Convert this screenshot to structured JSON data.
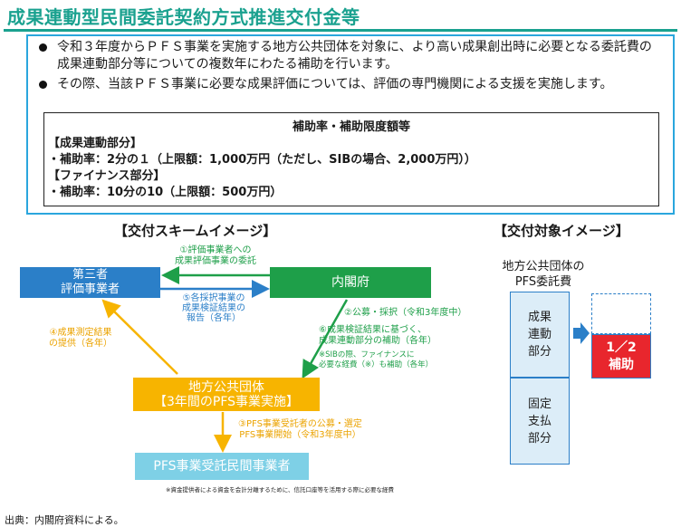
{
  "title": "成果連動型民間委託契約方式推進交付金等",
  "bullets": [
    "令和３年度からＰＦＳ事業を実施する地方公共団体を対象に、より高い成果創出時に必要となる委託費の成果連動部分等についての複数年にわたる補助を行います。",
    "その際、当該ＰＦＳ事業に必要な成果評価については、評価の専門機関による支援を実施します。"
  ],
  "subsidy": {
    "title": "補助率・補助限度額等",
    "lines": [
      "【成果連動部分】",
      "・補助率：2分の１（上限額：1,000万円（ただし、SIBの場合、2,000万円））",
      "【ファイナンス部分】",
      "・補助率：10分の10（上限額：500万円）"
    ]
  },
  "scheme": {
    "heading": "【交付スキームイメージ】",
    "nodes": {
      "third_party": [
        "第三者",
        "評価事業者"
      ],
      "cabinet": "内閣府",
      "local_gov": [
        "地方公共団体",
        "【3年間のPFS事業実施】"
      ],
      "pfs_operator": "PFS事業受託民間事業者"
    },
    "labels": {
      "step1": [
        "①評価事業者への",
        "成果評価事業の委託"
      ],
      "step5": [
        "⑤各採択事業の",
        "成果検証結果の",
        "報告（各年）"
      ],
      "step2": "②公募・採択（令和3年度中）",
      "step6": [
        "⑥成果検証結果に基づく、",
        "成果連動部分の補助（各年）"
      ],
      "step6_note": [
        "※SIBの際、ファイナンスに",
        "必要な経費（※）も補助（各年）"
      ],
      "step4": [
        "④成果測定結果",
        "の提供（各年）"
      ],
      "step3": [
        "③PFS事業受託者の公募・選定",
        "PFS事業開始（令和3年度中）"
      ]
    },
    "footnote": "※資金提供者による資金を会計分離するために、信託口座等を活用する際に必要な経費"
  },
  "target": {
    "heading": "【交付対象イメージ】",
    "caption": [
      "地方公共団体の",
      "PFS委託費"
    ],
    "performance": [
      "成果",
      "連動",
      "部分"
    ],
    "fixed": [
      "固定",
      "支払",
      "部分"
    ],
    "half": [
      "1／2",
      "補助"
    ]
  },
  "source": "出典：内閣府資料による。",
  "colors": {
    "accent": "#1aa18f",
    "blue": "#2b7fc8",
    "green": "#1e9f49",
    "orange": "#f7b400",
    "light_blue": "#7ed0e6",
    "red": "#e8262d"
  }
}
